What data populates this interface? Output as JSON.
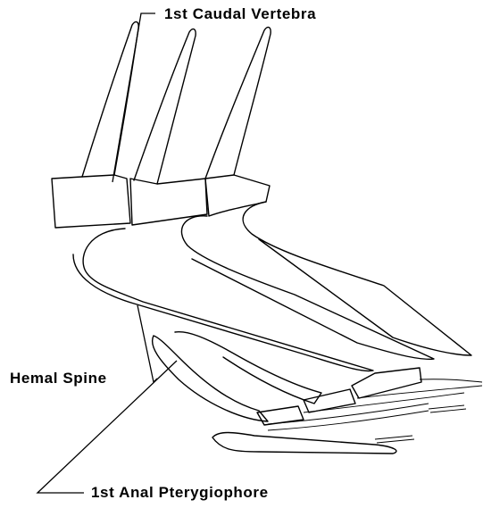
{
  "labels": {
    "first_caudal_vertebra": "1st Caudal Vertebra",
    "hemal_spine": "Hemal Spine",
    "first_anal_pterygiophore": "1st Anal Pterygiophore"
  }
}
